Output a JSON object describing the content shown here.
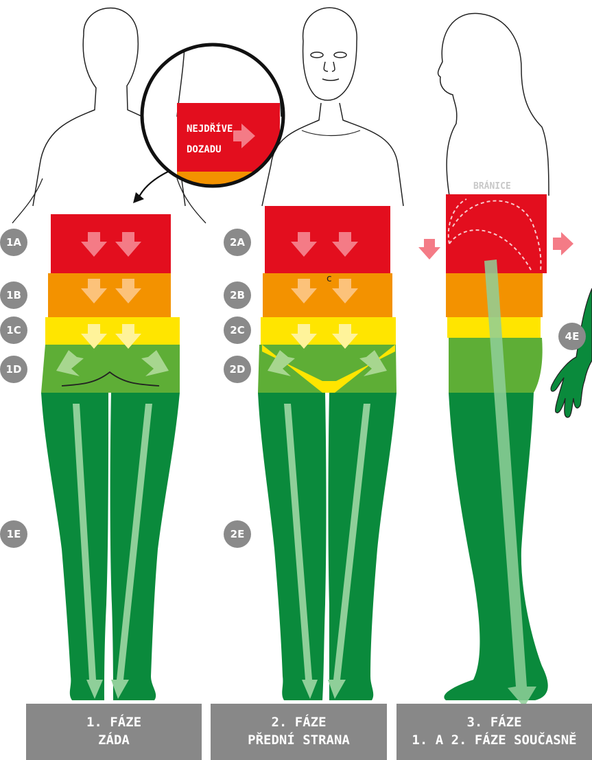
{
  "labels_fig1": [
    "1A",
    "1B",
    "1C",
    "1D",
    "1E"
  ],
  "labels_fig2": [
    "2A",
    "2B",
    "2C",
    "2D",
    "2E"
  ],
  "label_fig4": "4E",
  "zoom_text_line1": "NEJDŘÍVE",
  "zoom_text_line2": "DOZADU",
  "diaphragm_label": "BRÁNICE",
  "panels": [
    {
      "line1": "1. FÁZE",
      "line2": "ZÁDA"
    },
    {
      "line1": "2. FÁZE",
      "line2": "PŘEDNÍ STRANA"
    },
    {
      "line1": "3. FÁZE",
      "line2": "1. A 2. FÁZE SOUČASNĚ"
    }
  ],
  "colors": {
    "red": "#e30e1e",
    "orange": "#f39200",
    "yellow": "#ffe500",
    "lightgreen": "#5eae36",
    "green": "#0a8a3c",
    "tag": "#8a8a8a",
    "panel": "#888888",
    "arrow_pink": "#f47b86"
  }
}
